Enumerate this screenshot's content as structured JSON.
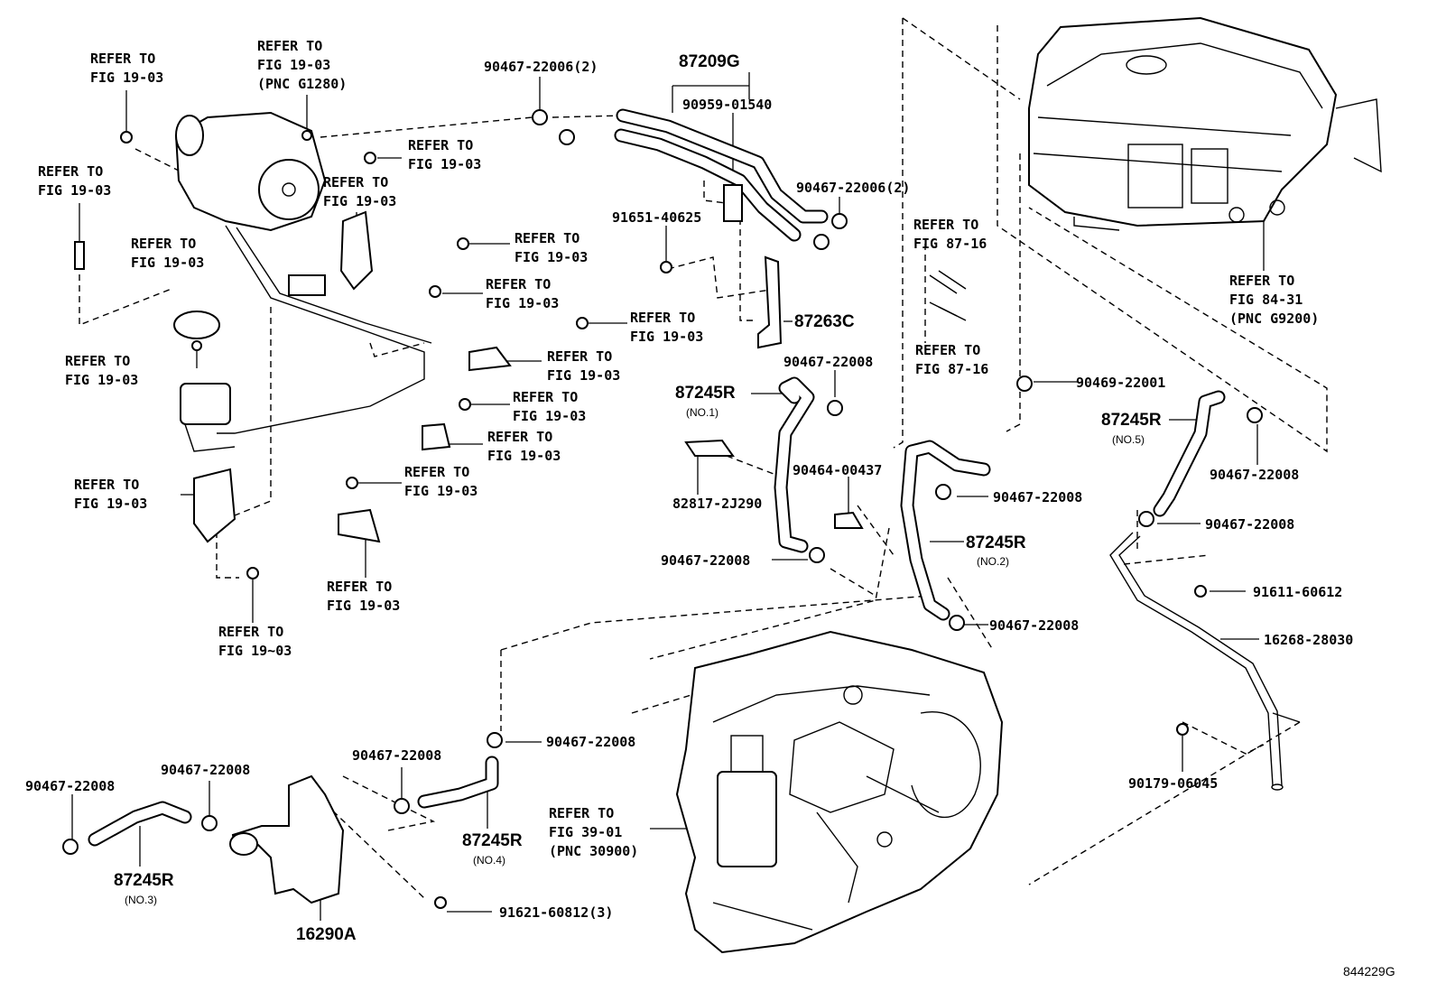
{
  "diagram": {
    "catalog_id": "844229G",
    "refer_fig_19_03": "REFER TO\nFIG 19-03",
    "refer_fig_19_03_pnc": "REFER TO\nFIG 19-03\n(PNC G1280)",
    "refer_fig_19_03_tilde": "REFER TO\nFIG 19~03",
    "refer_fig_87_16": "REFER TO\nFIG 87-16",
    "refer_fig_84_31": "REFER TO\nFIG 84-31\n(PNC G9200)",
    "refer_fig_39_01": "REFER TO\nFIG 39-01\n(PNC 30900)",
    "parts": {
      "p87209g": "87209G",
      "p90959_01540": "90959-01540",
      "p90467_22006_2": "90467-22006(2)",
      "p91651_40625": "91651-40625",
      "p87263c": "87263C",
      "p90467_22008": "90467-22008",
      "p87245r": "87245R",
      "no1": "(NO.1)",
      "no2": "(NO.2)",
      "no3": "(NO.3)",
      "no4": "(NO.4)",
      "no5": "(NO.5)",
      "p82817_2j290": "82817-2J290",
      "p90464_00437": "90464-00437",
      "p90469_22001": "90469-22001",
      "p91611_60612": "91611-60612",
      "p16268_28030": "16268-28030",
      "p90179_06045": "90179-06045",
      "p16290a": "16290A",
      "p91621_60812_3": "91621-60812(3)"
    }
  }
}
